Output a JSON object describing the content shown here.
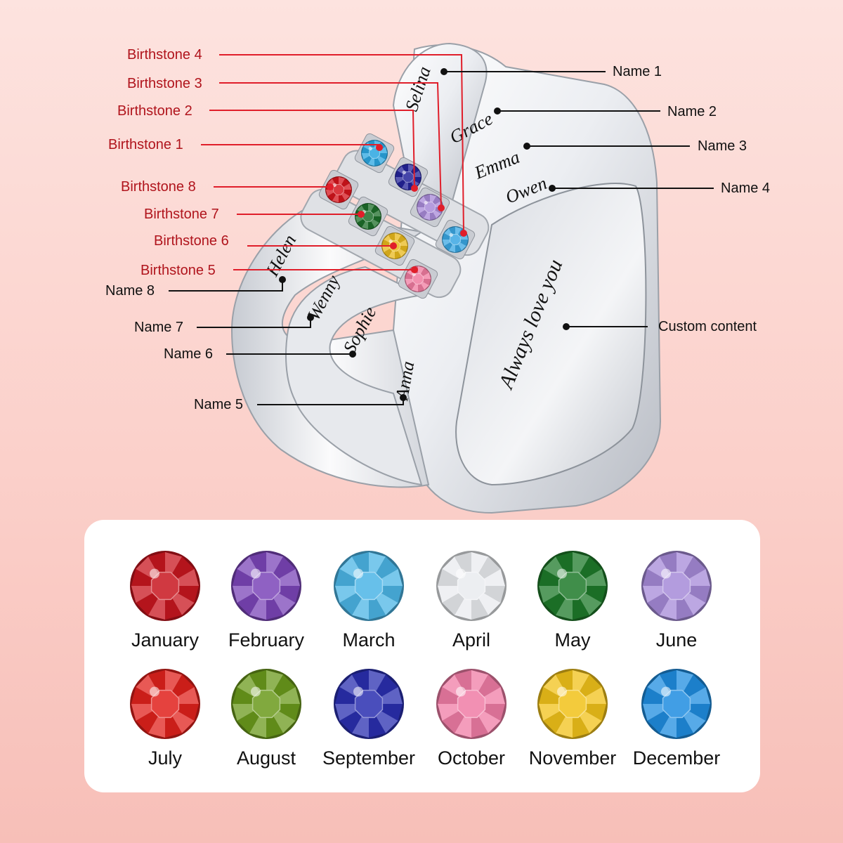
{
  "ring": {
    "birthstone_labels": {
      "b4": "Birthstone 4",
      "b3": "Birthstone 3",
      "b2": "Birthstone 2",
      "b1": "Birthstone 1",
      "b8": "Birthstone 8",
      "b7": "Birthstone 7",
      "b6": "Birthstone 6",
      "b5": "Birthstone 5"
    },
    "name_labels": {
      "n1": "Name 1",
      "n2": "Name 2",
      "n3": "Name 3",
      "n4": "Name 4",
      "n5": "Name 5",
      "n6": "Name 6",
      "n7": "Name 7",
      "n8": "Name 8"
    },
    "custom_label": "Custom content",
    "engravings": {
      "selina": "Selina",
      "grace": "Grace",
      "emma": "Emma",
      "owen": "Owen",
      "helen": "Helen",
      "wenny": "Wenny",
      "sophie": "Sophie",
      "anna": "Anna",
      "inside": "Always love you"
    },
    "ring_gem_colors": {
      "b1": "#2aa6e0",
      "b2": "#24249a",
      "b3": "#a88ad8",
      "b4": "#3aa7e3",
      "b5": "#f07ba0",
      "b6": "#e8b81c",
      "b7": "#1d6e2a",
      "b8": "#d4141c"
    },
    "colors": {
      "label_red": "#b0141c",
      "leader_red": "#e01e2a",
      "leader_black": "#111111"
    }
  },
  "birthstone_chart": [
    {
      "month": "January",
      "color": "#c8161f"
    },
    {
      "month": "February",
      "color": "#7b45b8"
    },
    {
      "month": "March",
      "color": "#4cb5e6"
    },
    {
      "month": "April",
      "color": "#e9ebef"
    },
    {
      "month": "May",
      "color": "#1e7a2a"
    },
    {
      "month": "June",
      "color": "#a58ad8"
    },
    {
      "month": "July",
      "color": "#e0211c"
    },
    {
      "month": "August",
      "color": "#6b9a1c"
    },
    {
      "month": "September",
      "color": "#2a2fb0"
    },
    {
      "month": "October",
      "color": "#f07ca6"
    },
    {
      "month": "November",
      "color": "#f1c21a"
    },
    {
      "month": "December",
      "color": "#1f8de0"
    }
  ]
}
